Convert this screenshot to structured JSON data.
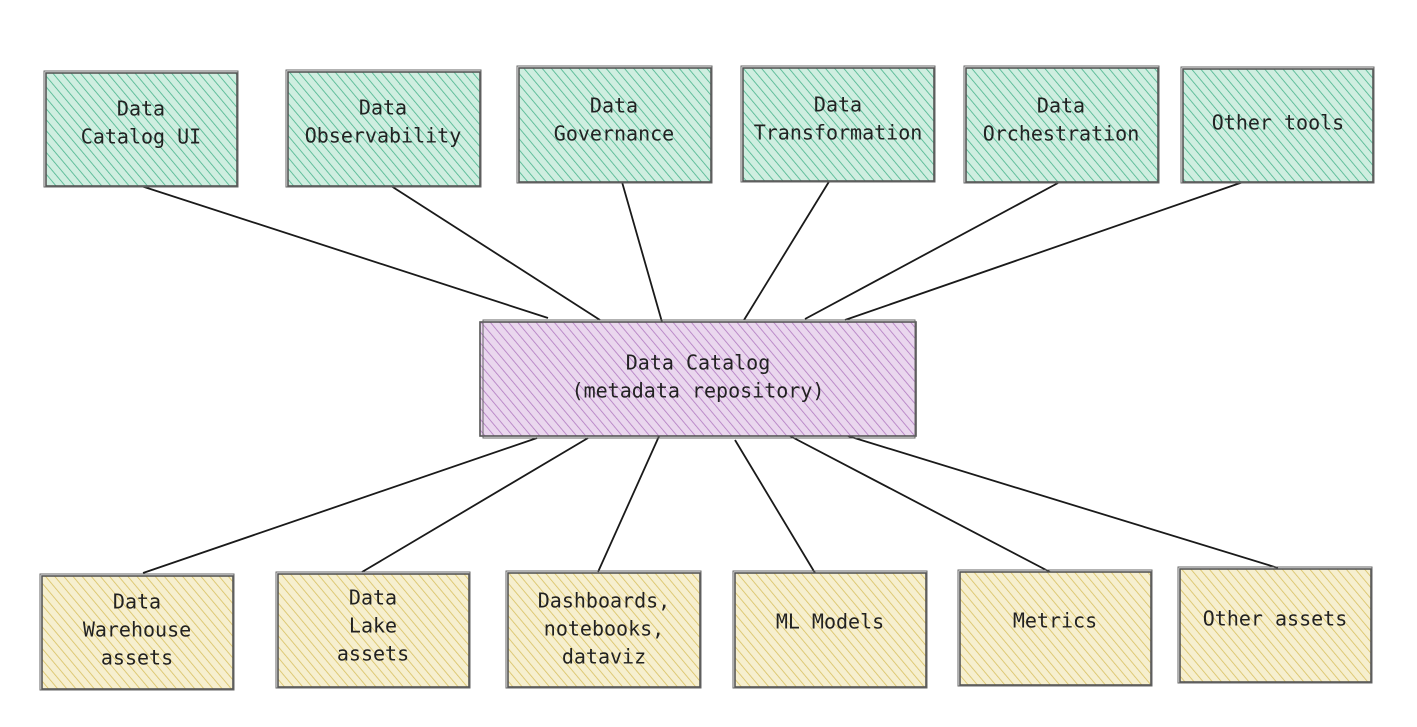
{
  "colors": {
    "tool_fill": "#cfeee0",
    "tool_hatch": "#49b38c",
    "center_fill": "#ead7ee",
    "center_hatch": "#b07ac0",
    "asset_fill": "#f6efcf",
    "asset_hatch": "#d8c061",
    "line": "#1a1a1a"
  },
  "center": {
    "lines": [
      "Data Catalog",
      "(metadata repository)"
    ]
  },
  "tools": [
    {
      "lines": [
        "Data",
        "Catalog UI"
      ]
    },
    {
      "lines": [
        "Data",
        "Observability"
      ]
    },
    {
      "lines": [
        "Data",
        "Governance"
      ]
    },
    {
      "lines": [
        "Data",
        "Transformation"
      ]
    },
    {
      "lines": [
        "Data",
        "Orchestration"
      ]
    },
    {
      "lines": [
        "Other tools"
      ]
    }
  ],
  "assets": [
    {
      "lines": [
        "Data",
        "Warehouse",
        "assets"
      ]
    },
    {
      "lines": [
        "Data",
        "Lake",
        "assets"
      ]
    },
    {
      "lines": [
        "Dashboards,",
        "notebooks,",
        "dataviz"
      ]
    },
    {
      "lines": [
        "ML Models"
      ]
    },
    {
      "lines": [
        "Metrics"
      ]
    },
    {
      "lines": [
        "Other assets"
      ]
    }
  ]
}
